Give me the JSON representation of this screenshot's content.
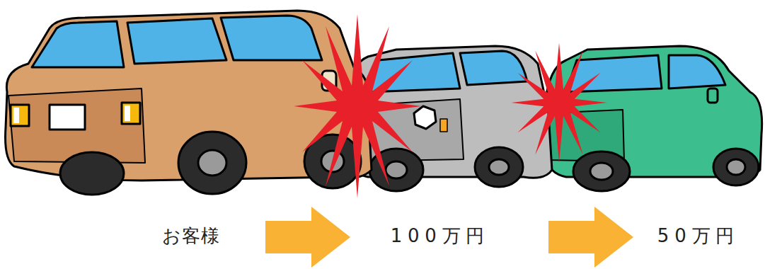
{
  "diagram": {
    "labels": [
      "お客様",
      "100万円",
      "50万円"
    ]
  }
}
